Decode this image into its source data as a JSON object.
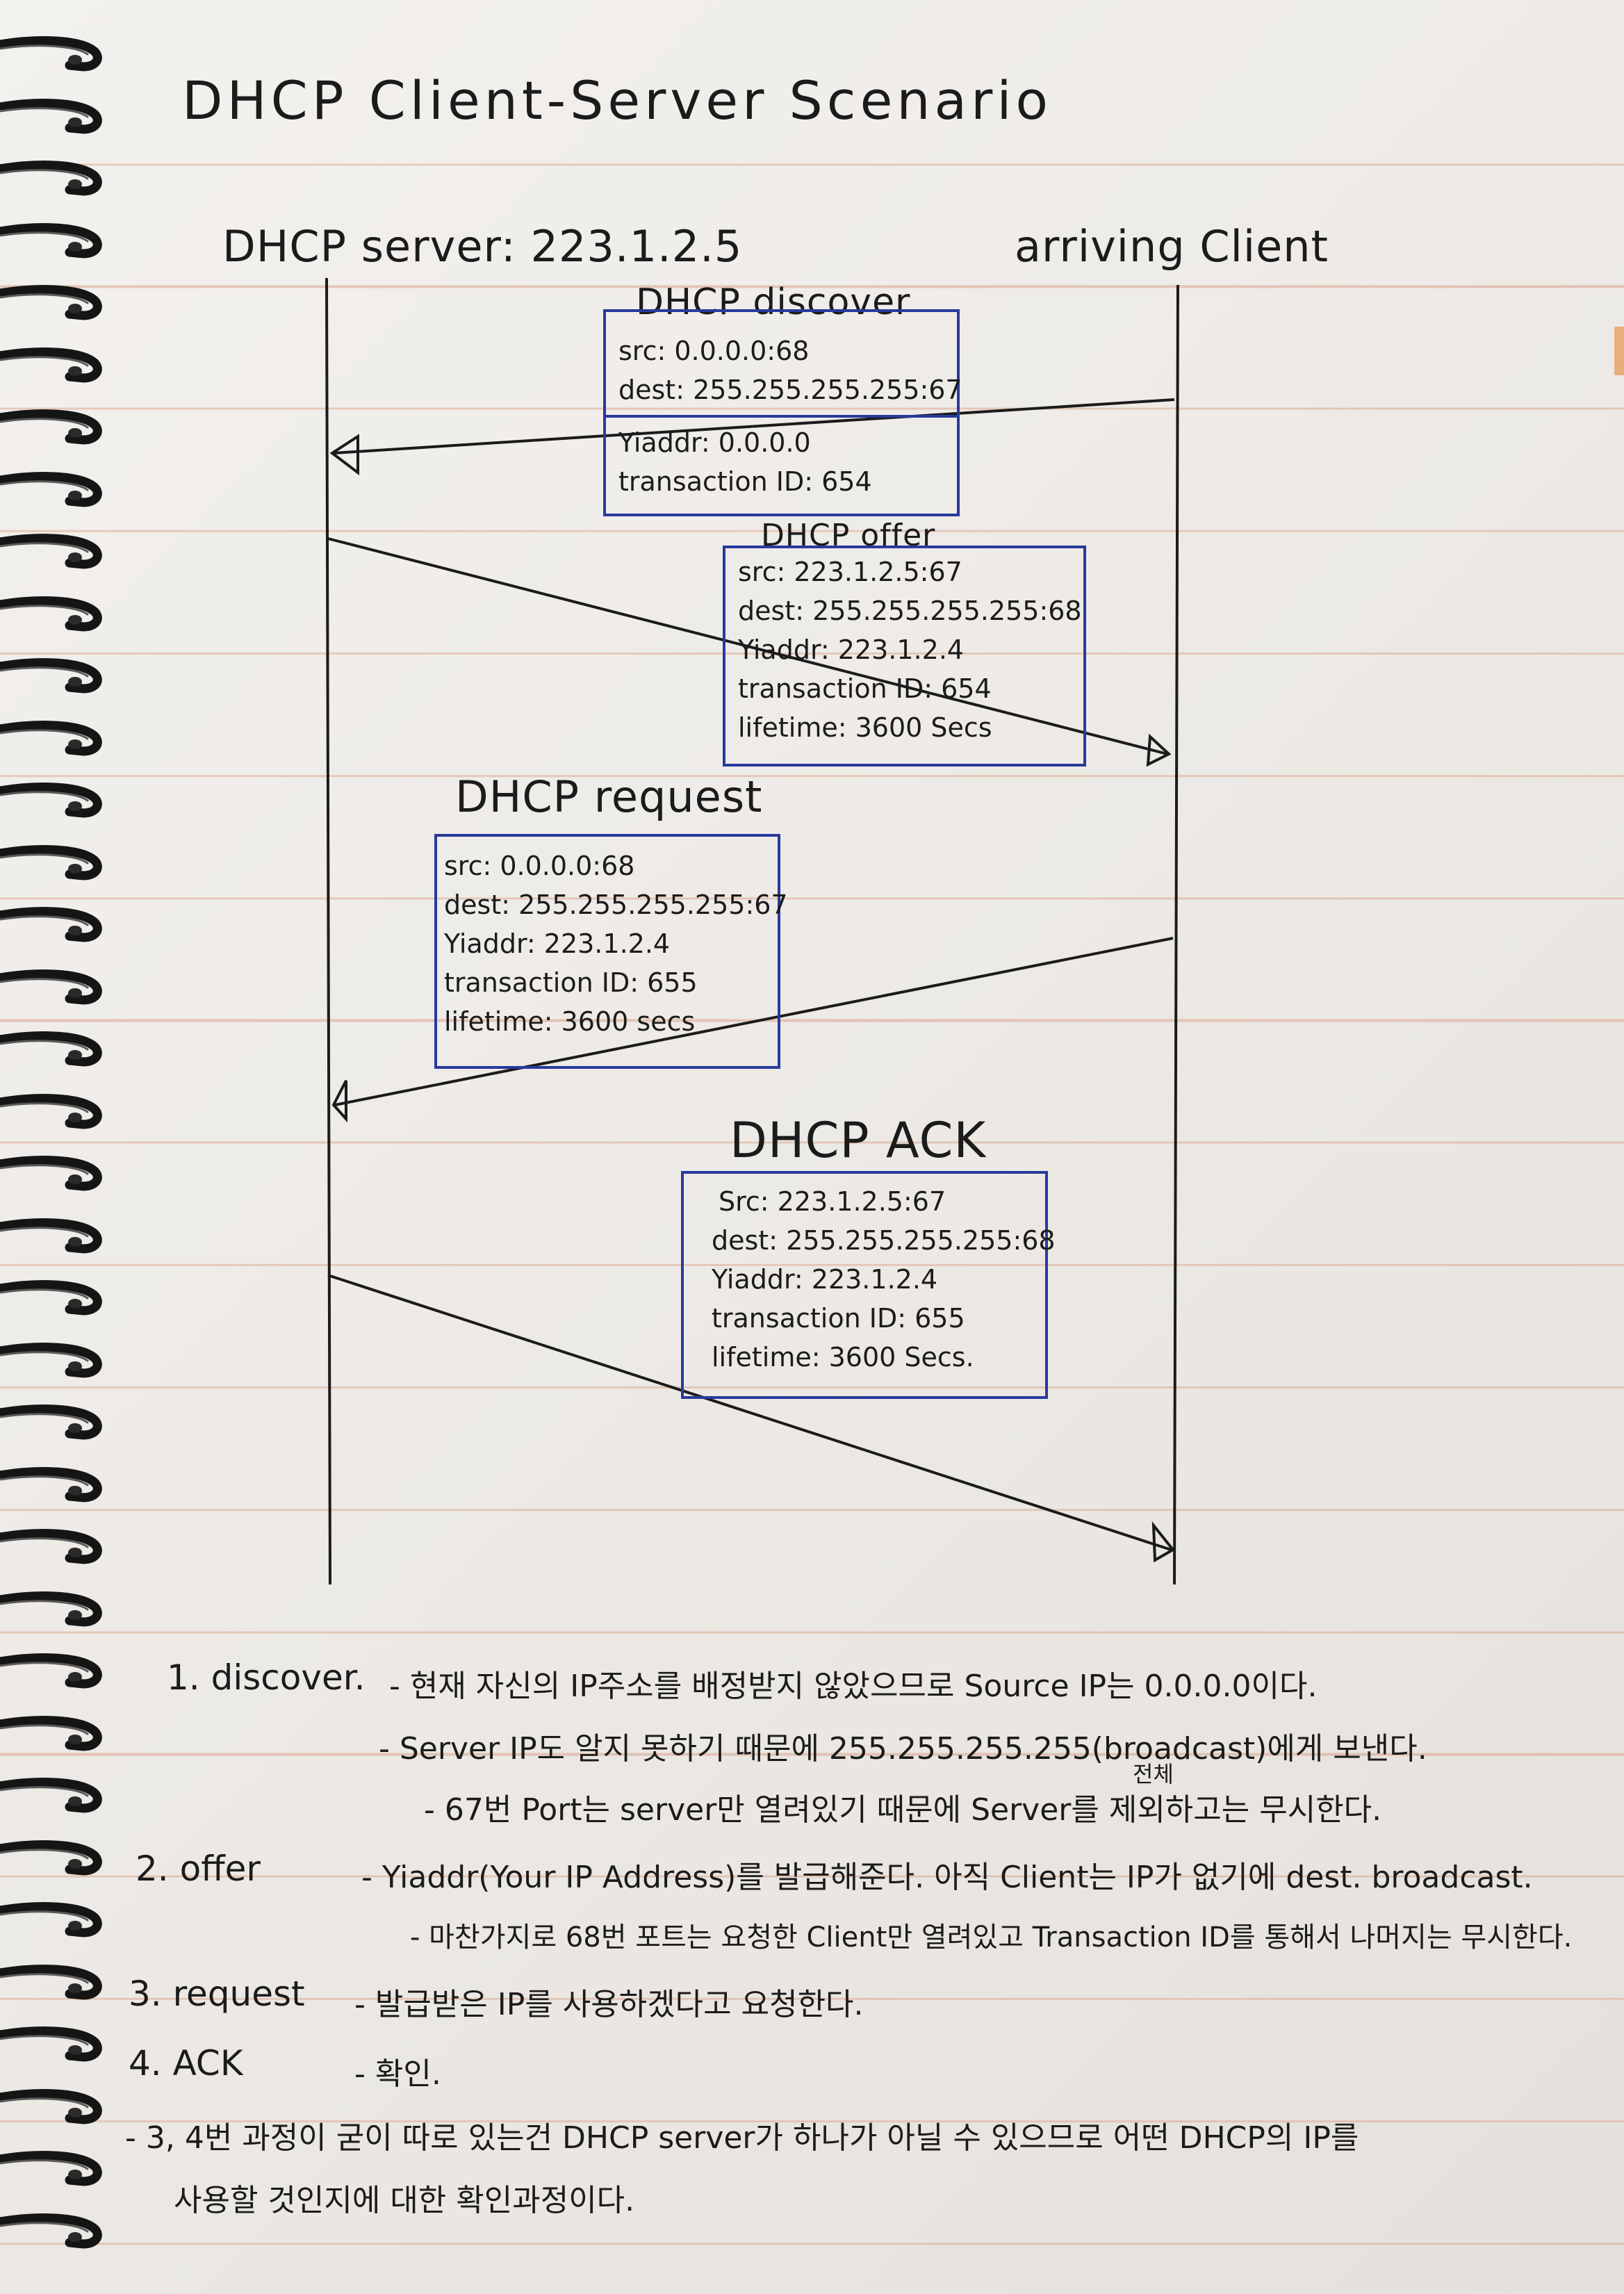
{
  "title": "DHCP Client-Server Scenario",
  "server_label": "DHCP server: 223.1.2.5",
  "client_label": "arriving Client",
  "messages": [
    {
      "name": "DHCP discover",
      "src": "src: 0.0.0.0:68",
      "dest": "dest: 255.255.255.255:67",
      "yiaddr": "Yiaddr: 0.0.0.0",
      "transaction": "transaction ID: 654"
    },
    {
      "name": "DHCP offer",
      "src": "src: 223.1.2.5:67",
      "dest": "dest: 255.255.255.255:68",
      "yiaddr": "Yiaddr: 223.1.2.4",
      "transaction": "transaction ID: 654",
      "lifetime": "lifetime: 3600 Secs"
    },
    {
      "name": "DHCP request",
      "src": "src: 0.0.0.0:68",
      "dest": "dest: 255.255.255.255:67",
      "yiaddr": "Yiaddr: 223.1.2.4",
      "transaction": "transaction ID: 655",
      "lifetime": "lifetime: 3600 secs"
    },
    {
      "name": "DHCP ACK",
      "src": "Src: 223.1.2.5:67",
      "dest": "dest: 255.255.255.255:68",
      "yiaddr": "Yiaddr: 223.1.2.4",
      "transaction": "transaction ID: 655",
      "lifetime": "lifetime: 3600 Secs."
    }
  ],
  "notes": [
    {
      "head": "1. discover.",
      "text": "- 현재 자신의 IP주소를 배정받지 않았으므로 Source IP는 0.0.0.0이다."
    },
    {
      "head": "",
      "text": "- Server IP도 알지 못하기 때문에 255.255.255.255(broadcast)에게 보낸다."
    },
    {
      "head": "",
      "text": "- 67번 Port는 server만 열려있기 때문에 Server를 제외하고는 무시한다.",
      "insert": "전체"
    },
    {
      "head": "2. offer",
      "text": "- Yiaddr(Your IP Address)를 발급해준다. 아직 Client는 IP가 없기에 dest. broadcast."
    },
    {
      "head": "",
      "text": "- 마찬가지로 68번 포트는 요청한 Client만 열려있고 Transaction ID를 통해서 나머지는 무시한다."
    },
    {
      "head": "3. request",
      "text": "- 발급받은 IP를 사용하겠다고 요청한다."
    },
    {
      "head": "4. ACK",
      "text": "- 확인."
    },
    {
      "head": "",
      "text": "- 3, 4번 과정이 굳이 따로 있는건 DHCP server가 하나가 아닐 수 있으므로 어떤 DHCP의 IP를"
    },
    {
      "head": "",
      "text": "사용할 것인지에 대한 확인과정이다."
    }
  ],
  "colors": {
    "ink": "#1b1b1b",
    "box": "#283a9c",
    "paper": "#eeebe7",
    "rule": "#d69678"
  }
}
